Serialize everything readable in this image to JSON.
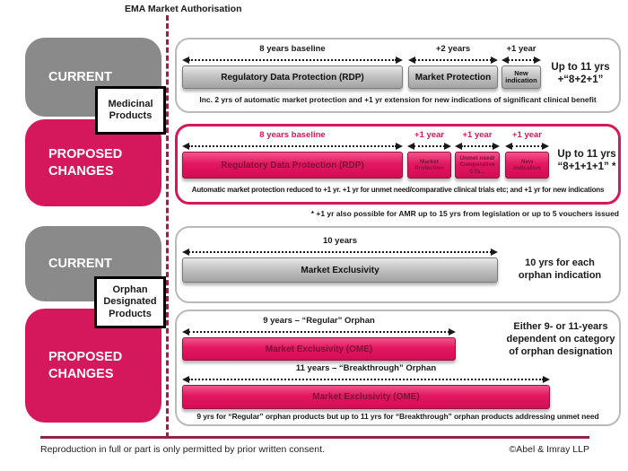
{
  "header": {
    "title": "EMA Market Authorisation"
  },
  "colors": {
    "pink": "#d5185c",
    "gray": "#8a8a8a",
    "divider_red": "#b5123d",
    "footer_line": "#8e2448"
  },
  "sections": {
    "medicinal": {
      "current_label": "CURRENT",
      "proposed_label": "PROPOSED CHANGES",
      "product_label": "Medicinal Products"
    },
    "orphan": {
      "current_label": "CURRENT",
      "proposed_label": "PROPOSED CHANGES",
      "product_label": "Orphan Designated Products"
    }
  },
  "panels": {
    "current_medicinal": {
      "segments": [
        {
          "arrow": "8 years baseline",
          "bar": "Regulatory Data Protection (RDP)"
        },
        {
          "arrow": "+2 years",
          "bar": "Market Protection"
        },
        {
          "arrow": "+1 year",
          "bar": "New indication"
        }
      ],
      "summary_line1": "Up to 11 yrs",
      "summary_line2": "+“8+2+1”",
      "note": "Inc. 2 yrs of automatic market protection and +1 yr extension for new indications of significant clinical benefit"
    },
    "proposed_medicinal": {
      "segments": [
        {
          "arrow": "8 years baseline",
          "bar": "Regulatory Data Protection (RDP)"
        },
        {
          "arrow": "+1 year",
          "bar": "Market Protection"
        },
        {
          "arrow": "+1 year",
          "bar": "Unmet need/ Comparative CTs..."
        },
        {
          "arrow": "+1 year",
          "bar": "New indication"
        }
      ],
      "summary_line1": "Up to 11 yrs",
      "summary_line2": "“8+1+1+1”  *",
      "note": "Automatic market protection reduced to +1 yr. +1 yr for unmet need/comparative clinical trials etc; and +1 yr for new indications"
    },
    "amr_note": "* +1 yr also possible for AMR up to 15 yrs from legislation or up to 5 vouchers issued",
    "current_orphan": {
      "segments": [
        {
          "arrow": "10 years",
          "bar": "Market Exclusivity"
        }
      ],
      "summary": "10 yrs for each orphan indication"
    },
    "proposed_orphan": {
      "rows": [
        {
          "arrow": "9 years – “Regular” Orphan",
          "bar": "Market Exclusivity (OME)"
        },
        {
          "arrow": "11 years – “Breakthrough” Orphan",
          "bar": "Market Exclusivity (OME)"
        }
      ],
      "summary": "Either 9- or 11-years dependent on category of orphan designation",
      "note": "9 yrs for “Regular” orphan products but up to 11 yrs for “Breakthrough” orphan products addressing unmet need"
    }
  },
  "footer": {
    "disclaimer": "Reproduction in full or part is only permitted by prior written consent.",
    "copyright": "©Abel & Imray LLP"
  }
}
